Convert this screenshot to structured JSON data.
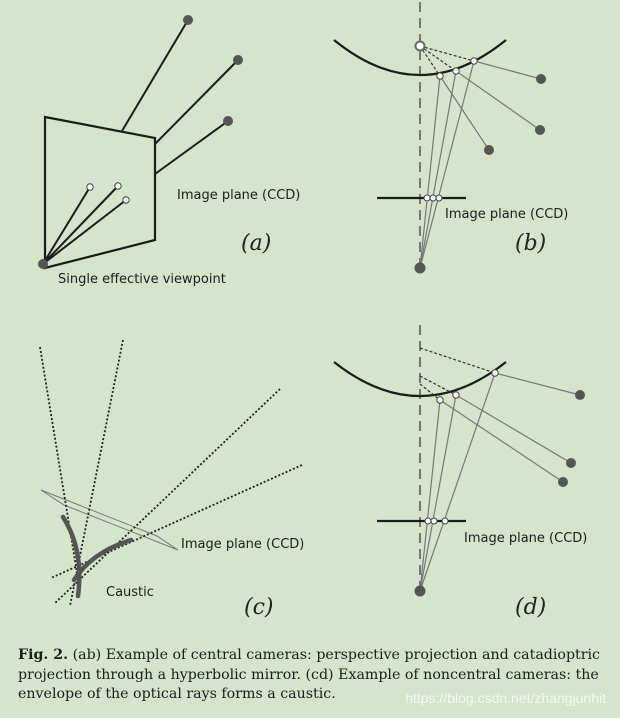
{
  "panels": {
    "a": {
      "tag": "(a)",
      "plane_label": "Image plane (CCD)",
      "viewpoint_label": "Single effective viewpoint"
    },
    "b": {
      "tag": "(b)",
      "plane_label": "Image plane (CCD)"
    },
    "c": {
      "tag": "(c)",
      "plane_label": "Image plane (CCD)",
      "caustic_label": "Caustic"
    },
    "d": {
      "tag": "(d)",
      "plane_label": "Image plane (CCD)"
    }
  },
  "caption": {
    "figure_label": "Fig. 2.",
    "text": " (ab) Example of central cameras: perspective projection and catadioptric projection through a hyperbolic mirror. (cd) Example of noncentral cameras: the envelope of the optical rays forms a caustic."
  },
  "watermark": "https://blog.csdn.net/zhangjunhit",
  "colors": {
    "background": "#d5e4cb",
    "ink": "#1c1c1c",
    "points": "#555555"
  }
}
